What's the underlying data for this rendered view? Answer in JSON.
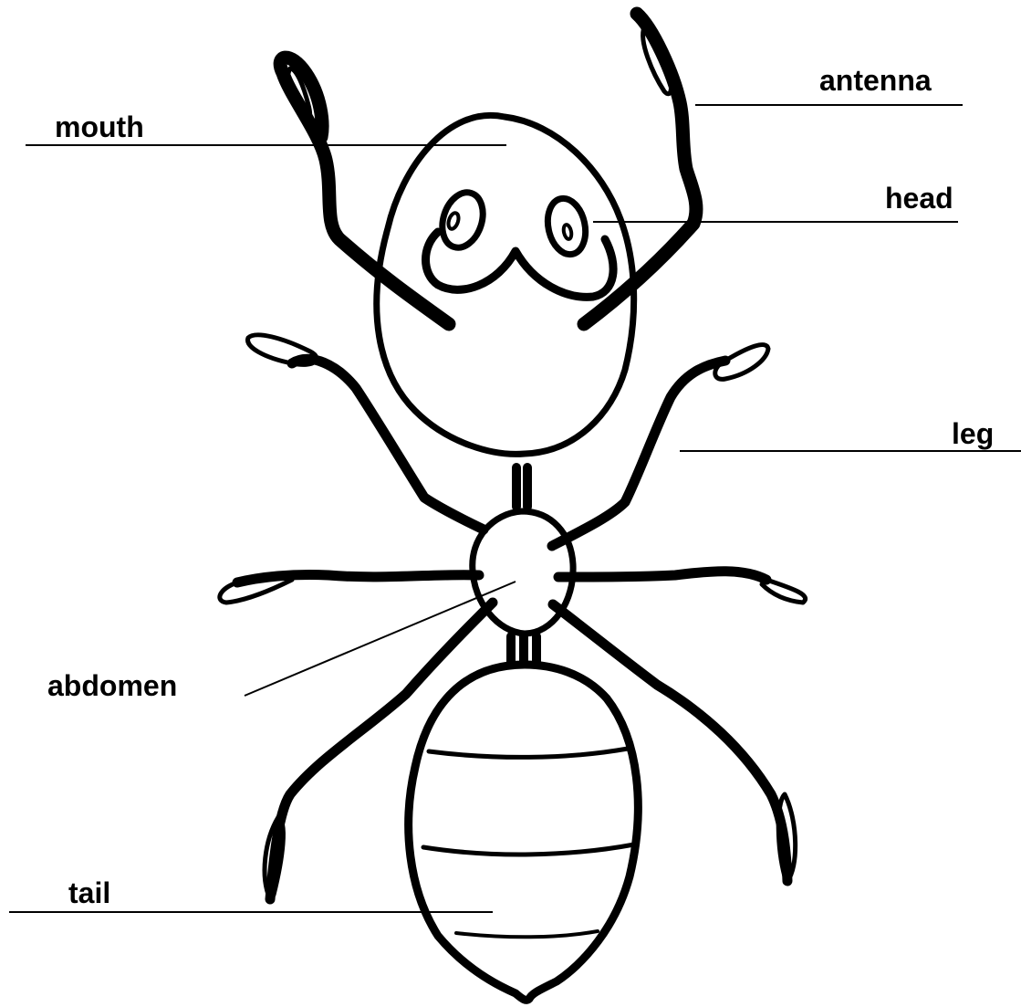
{
  "labels": {
    "antenna": "antenna",
    "mouth": "mouth",
    "head": "head",
    "leg": "leg",
    "abdomen": "abdomen",
    "tail": "tail"
  },
  "colors": {
    "ink": "#000000",
    "background": "#ffffff"
  }
}
